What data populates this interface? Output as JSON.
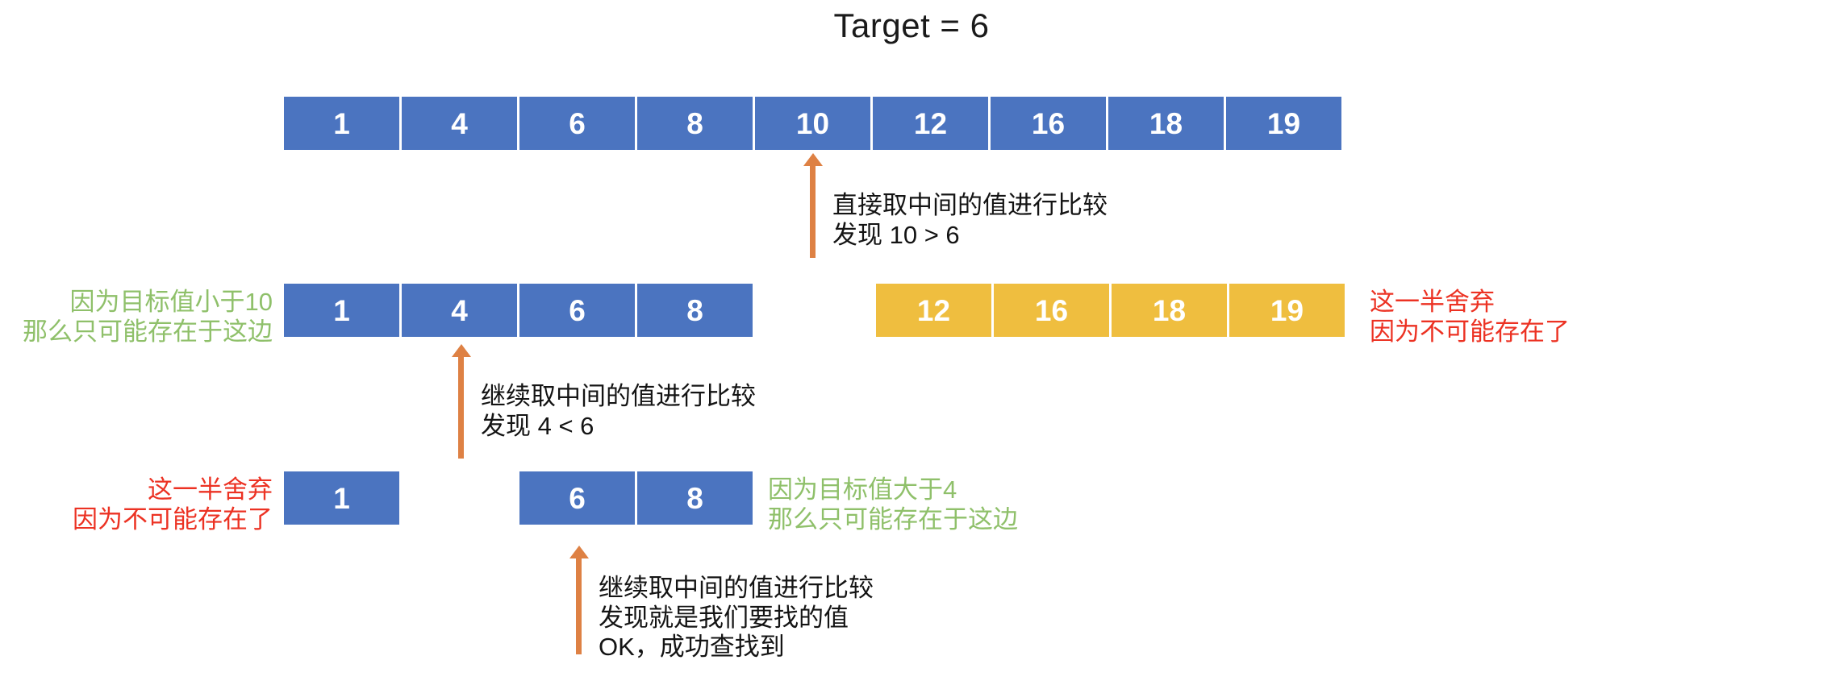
{
  "title": "Target = 6",
  "target": 6,
  "colors": {
    "kept": "#4B74C0",
    "discarded": "#EFBE3F",
    "arrow": "#DE8144",
    "green_text": "#8FC06A",
    "red_text": "#EC3223",
    "cell_text": "#FFFFFF"
  },
  "steps": [
    {
      "id": "step-1",
      "cells": [
        {
          "value": "1",
          "state": "kept"
        },
        {
          "value": "4",
          "state": "kept"
        },
        {
          "value": "6",
          "state": "kept"
        },
        {
          "value": "8",
          "state": "kept"
        },
        {
          "value": "10",
          "state": "kept"
        },
        {
          "value": "12",
          "state": "kept"
        },
        {
          "value": "16",
          "state": "kept"
        },
        {
          "value": "18",
          "state": "kept"
        },
        {
          "value": "19",
          "state": "kept"
        }
      ],
      "mid_index": 4,
      "mid_value": "10",
      "annotation": "直接取中间的值进行比较\n发现 10 > 6"
    },
    {
      "id": "step-2",
      "cells": [
        {
          "value": "1",
          "state": "kept"
        },
        {
          "value": "4",
          "state": "kept"
        },
        {
          "value": "6",
          "state": "kept"
        },
        {
          "value": "8",
          "state": "kept"
        },
        {
          "value": "12",
          "state": "discarded"
        },
        {
          "value": "16",
          "state": "discarded"
        },
        {
          "value": "18",
          "state": "discarded"
        },
        {
          "value": "19",
          "state": "discarded"
        }
      ],
      "mid_index": 1,
      "mid_value": "4",
      "left_label": "因为目标值小于10\n那么只可能存在于这边",
      "right_label": "这一半舍弃\n因为不可能存在了",
      "annotation": "继续取中间的值进行比较\n发现 4 < 6"
    },
    {
      "id": "step-3",
      "cells": [
        {
          "value": "1",
          "state": "kept"
        },
        {
          "value": "6",
          "state": "kept"
        },
        {
          "value": "8",
          "state": "kept"
        }
      ],
      "mid_index": 2,
      "mid_value": "6",
      "left_label": "这一半舍弃\n因为不可能存在了",
      "right_label": "因为目标值大于4\n那么只可能存在于这边",
      "annotation": "继续取中间的值进行比较\n发现就是我们要找的值\nOK，成功查找到"
    }
  ]
}
